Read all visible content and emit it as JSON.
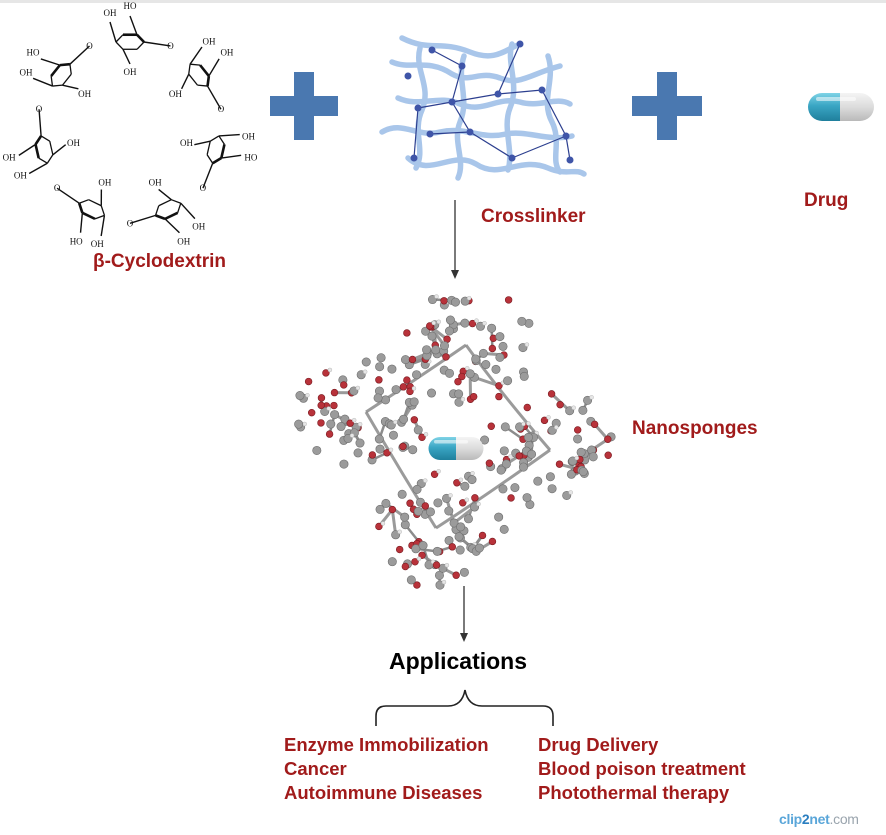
{
  "labels": {
    "cyclodextrin": "β-Cyclodextrin",
    "crosslinker": "Crosslinker",
    "drug": "Drug",
    "nanosponges": "Nanosponges"
  },
  "molecule_oh": "OH",
  "molecule_ho": "HO",
  "molecule_o": "O",
  "applications": {
    "title": "Applications",
    "left": [
      "Enzyme Immobilization",
      "Cancer",
      "Autoimmune Diseases"
    ],
    "right": [
      "Drug Delivery",
      "Blood poison treatment",
      "Photothermal therapy"
    ]
  },
  "watermark": {
    "part1": "clip",
    "part2": "2",
    "part3": "net",
    "part4": ".com"
  },
  "colors": {
    "label_red": "#a11b1b",
    "plus_blue": "#4a78b0",
    "crosslinker_chain": "#a9c6ea",
    "crosslinker_node": "#3f55a8",
    "capsule_teal": "#3aa6c4",
    "capsule_grey": "#d8d8d8"
  }
}
